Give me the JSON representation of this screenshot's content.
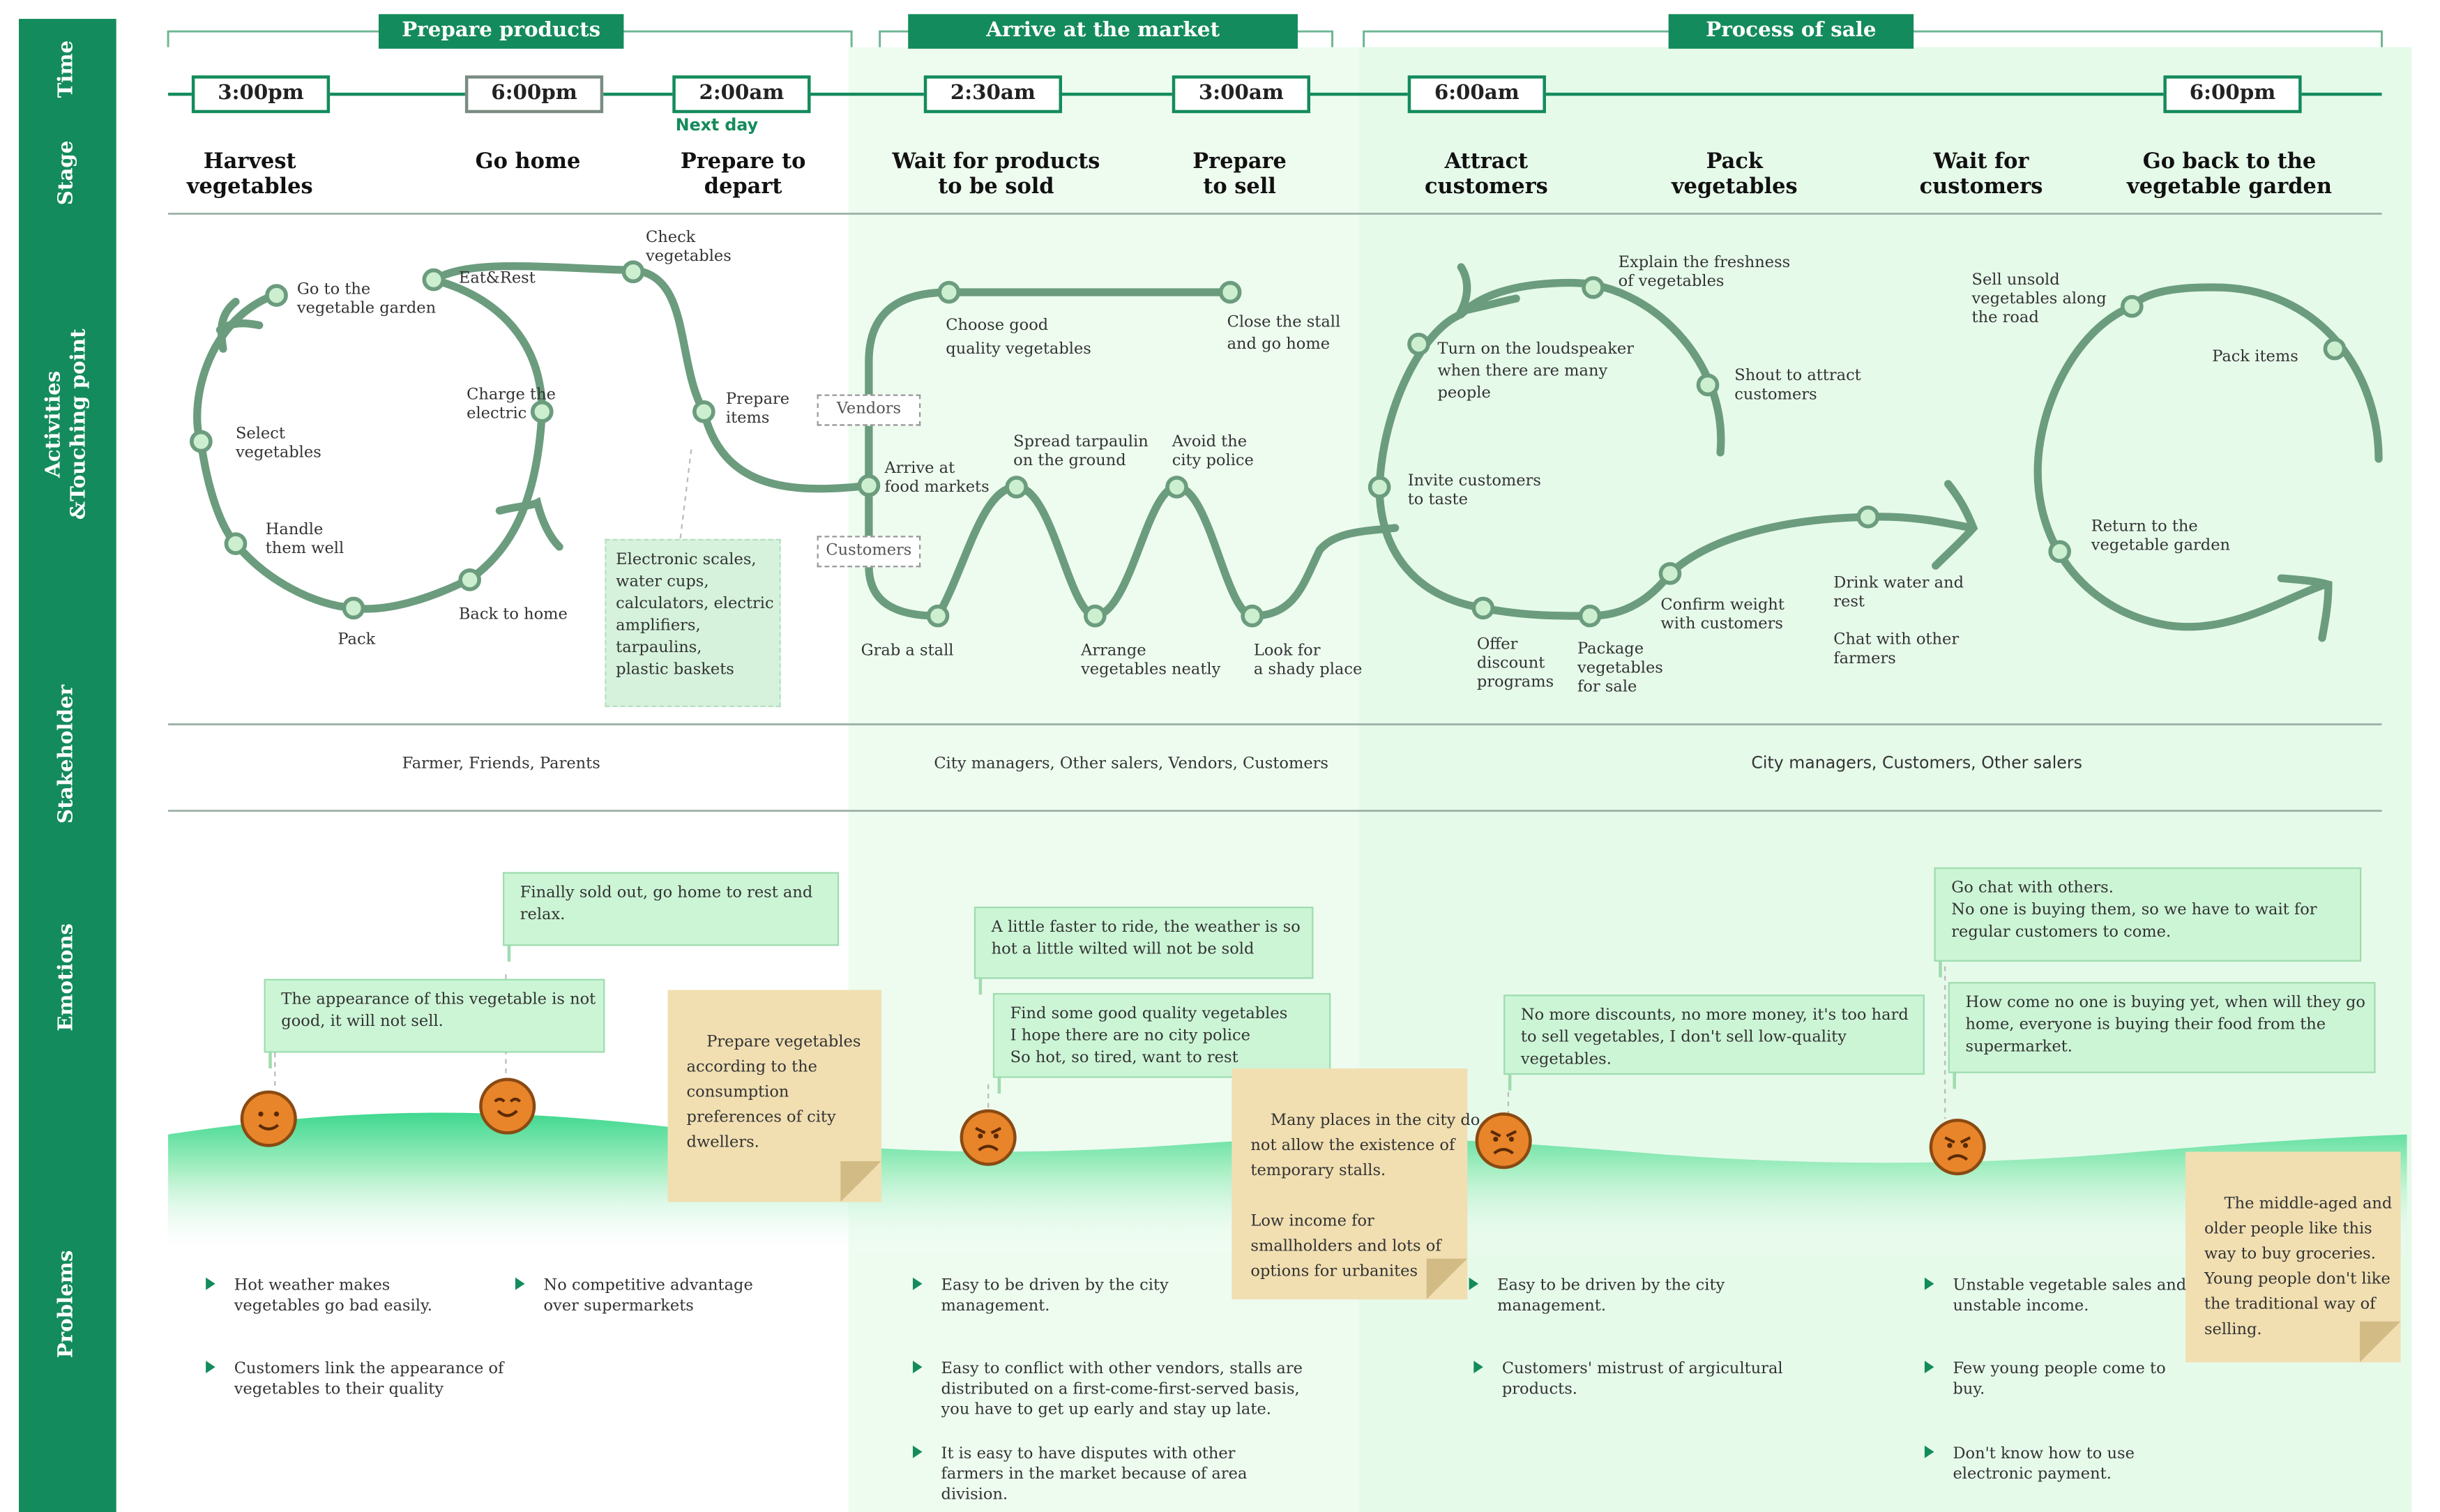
{
  "rows": {
    "time": "Time",
    "stage": "Stage",
    "activities": "Activities\n&Touching point",
    "stakeholder": "Stakeholder",
    "emotions": "Emotions",
    "problems": "Problems"
  },
  "phases": [
    "Prepare products",
    "Arrive at the market",
    "Process of sale"
  ],
  "times": [
    "3:00pm",
    "6:00pm",
    "2:00am",
    "2:30am",
    "3:00am",
    "6:00am",
    "6:00pm"
  ],
  "next_day": "Next day",
  "stages": [
    "Harvest\nvegetables",
    "Go home",
    "Prepare to\ndepart",
    "Wait for products\nto be sold",
    "Prepare\nto sell",
    "Attract\ncustomers",
    "Pack\nvegetables",
    "Wait for\ncustomers",
    "Go back to the\nvegetable garden"
  ],
  "activities": [
    "Go to the\nvegetable garden",
    "Select\nvegetables",
    "Handle\nthem well",
    "Pack",
    "Back to home",
    "Charge the\nelectric",
    "Eat&Rest",
    "Check\nvegetables",
    "Prepare\nitems",
    "Choose good\nquality vegetables",
    "Close the stall\nand go home",
    "Arrive at\nfood markets",
    "Spread tarpaulin\non the ground",
    "Avoid the\ncity police",
    "Grab a stall",
    "Arrange\nvegetables neatly",
    "Look for\na shady place",
    "Explain the freshness\nof vegetables",
    "Turn on the loudspeaker\nwhen there are many\npeople",
    "Shout to attract\ncustomers",
    "Invite customers\nto taste",
    "Offer\ndiscount\nprograms",
    "Package\nvegetables\nfor sale",
    "Confirm weight\nwith customers",
    "Drink water and\nrest",
    "Chat with other\nfarmers",
    "Sell unsold\nvegetables along\nthe road",
    "Pack items",
    "Return to the\nvegetable garden"
  ],
  "tags": [
    "Vendors",
    "Customers"
  ],
  "tools_note": "Electronic scales,\nwater cups,\ncalculators, electric\namplifiers,\ntarpaulins,\nplastic baskets",
  "stakeholders": [
    "Farmer, Friends, Parents",
    "City managers, Other salers, Vendors, Customers",
    "City managers, Customers, Other salers"
  ],
  "emotions": [
    "The appearance of this vegetable is not\ngood, it will not sell.",
    "Finally sold out, go home to rest and\nrelax.",
    "A little faster to ride, the weather is so\nhot a little wilted will not be sold",
    "Find some good quality vegetables\nI hope there are no city police\nSo hot, so tired, want to rest",
    "No more discounts, no more money, it's too hard\nto sell vegetables, I don't sell low-quality\nvegetables.",
    "Go chat with others.\nNo one is buying them, so we have to wait for\nregular customers to come.",
    "How come no one is buying yet, when will they go\nhome, everyone is buying their food from the\nsupermarket."
  ],
  "notes": [
    "Prepare vegetables\naccording to the\nconsumption\npreferences of city\ndwellers.",
    "Many places in the city do\nnot allow the existence of\ntemporary stalls.\n\nLow income for\nsmallholders and lots of\noptions for urbanites  .",
    "The middle-aged and\nolder people like this\nway to buy groceries.\nYoung people don't like\nthe traditional way of\nselling."
  ],
  "problems": [
    "Hot weather makes\nvegetables go bad easily.",
    "Customers link the appearance of\nvegetables to their quality",
    "No competitive advantage\nover supermarkets",
    "Easy to be driven by the city\nmanagement.",
    "Easy to conflict with other vendors, stalls are\ndistributed on a first-come-first-served basis,\nyou have to get up early and stay up late.",
    "It is easy to have disputes with other\nfarmers in the market because of area\ndivision.",
    "Easy to be driven by the city\nmanagement.",
    "Customers' mistrust of argicultural\nproducts.",
    "Unstable vegetable sales and\nunstable income.",
    "Few young people come to\nbuy.",
    "Don't know how to use\nelectronic payment."
  ],
  "emotion_faces": [
    "happy",
    "happy",
    "angry",
    "angry",
    "angry"
  ],
  "colors": {
    "brand_green": "#148b5c",
    "line_green": "#6b9c7e",
    "bg_mint": "#e6faea",
    "bubble": "#ccf5d6",
    "note": "#f1dfb2",
    "face": "#e8842a"
  }
}
